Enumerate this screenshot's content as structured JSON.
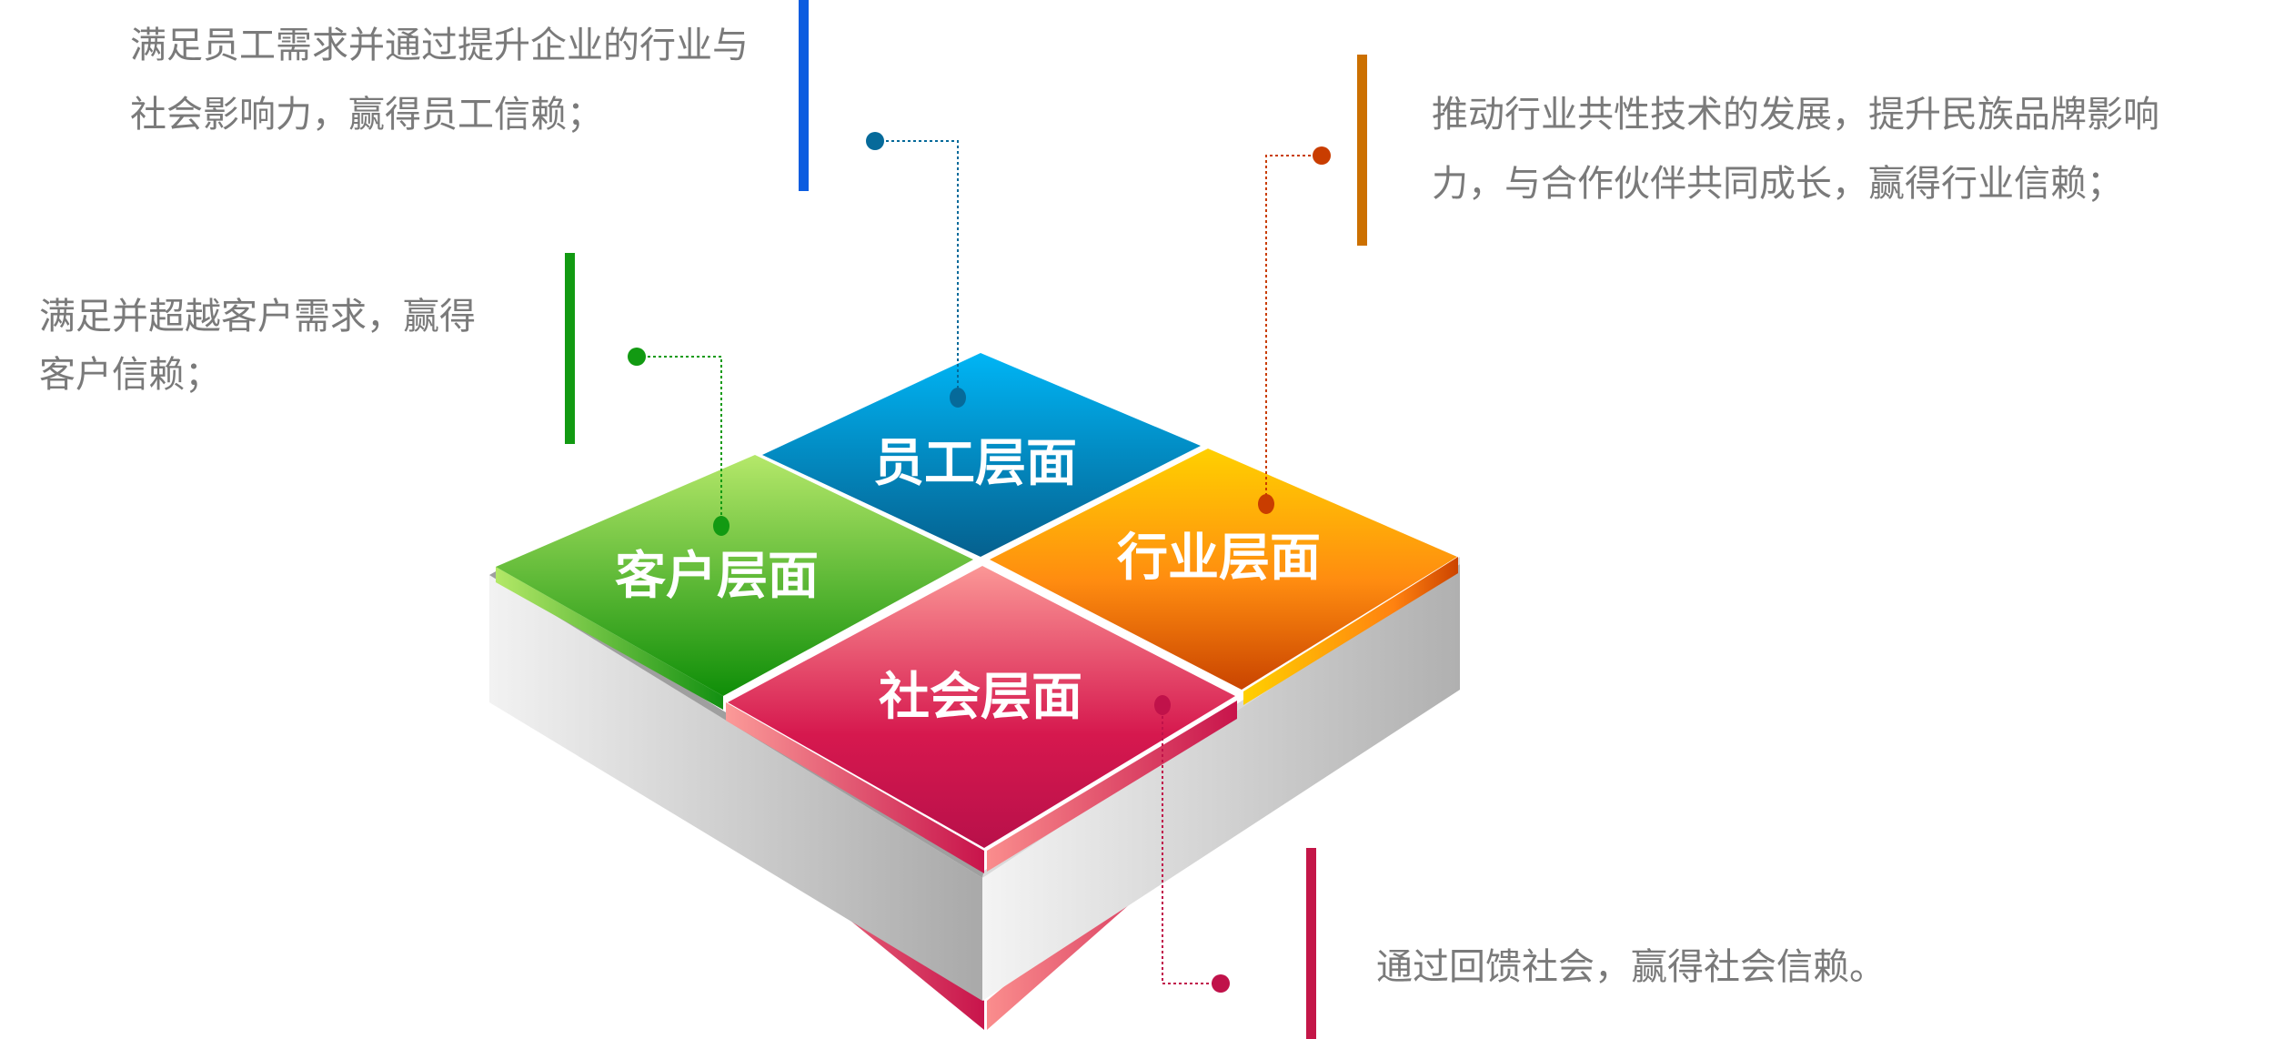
{
  "quadrants": {
    "employee": {
      "label": "员工层面",
      "description_lines": [
        "满足员工需求并通过提升企业的行业与",
        "社会影响力，赢得员工信赖；"
      ],
      "color": "#0b5ce0",
      "dot_color": "#066a9a"
    },
    "customer": {
      "label": "客户层面",
      "description_lines": [
        "满足并超越客户需求，赢得",
        "客户信赖；"
      ],
      "color": "#129a12",
      "dot_color": "#129a12"
    },
    "industry": {
      "label": "行业层面",
      "description_lines": [
        "推动行业共性技术的发展，提升民族品牌影响",
        "力，与合作伙伴共同成长，赢得行业信赖；"
      ],
      "color": "#cc7000",
      "dot_color": "#c93d00"
    },
    "society": {
      "label": "社会层面",
      "description_lines": [
        "通过回馈社会，赢得社会信赖。"
      ],
      "color": "#c41648",
      "dot_color": "#c0124a"
    }
  }
}
